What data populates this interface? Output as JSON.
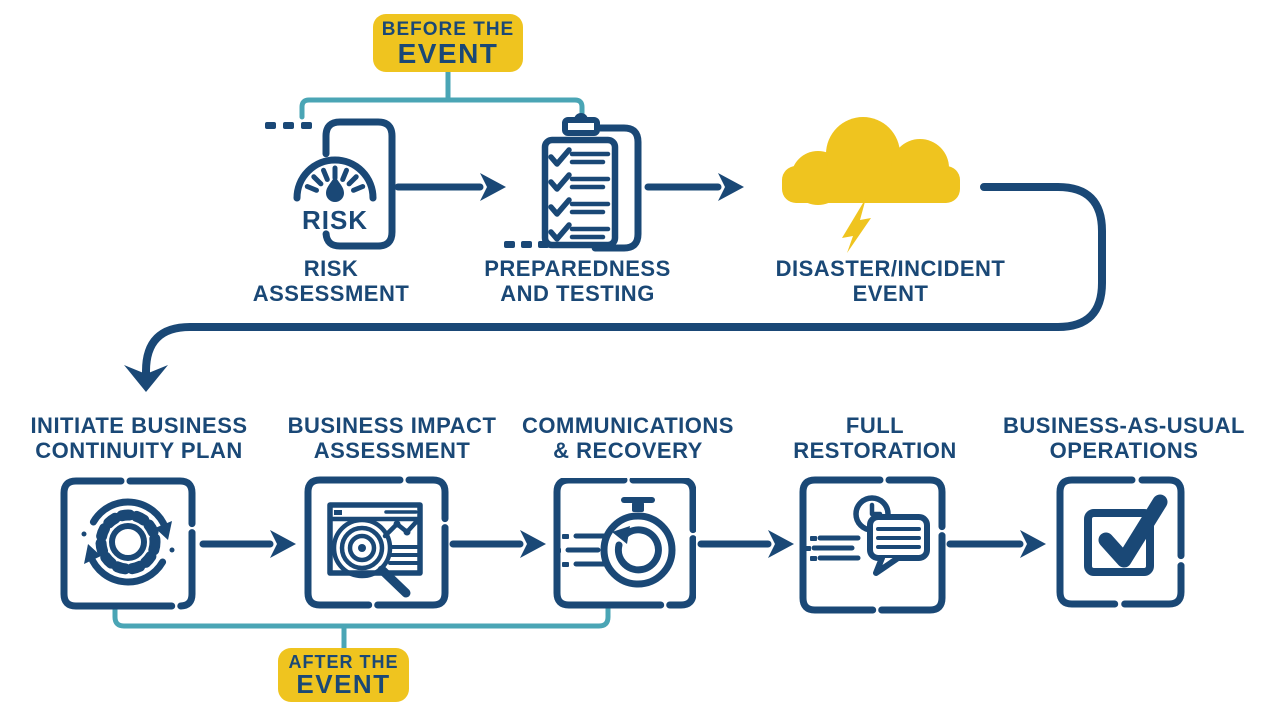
{
  "colors": {
    "navy": "#1A4876",
    "teal": "#4AA5B5",
    "yellow": "#EFC41F",
    "background": "#FFFFFF"
  },
  "badges": {
    "before": {
      "line1": "BEFORE THE",
      "line2": "EVENT"
    },
    "after": {
      "line1": "AFTER THE",
      "line2": "EVENT"
    }
  },
  "steps": {
    "top": [
      {
        "id": "risk-assessment",
        "line1": "RISK",
        "line2": "ASSESSMENT",
        "icon": "risk-gauge-icon"
      },
      {
        "id": "preparedness-and-testing",
        "line1": "PREPAREDNESS",
        "line2": "AND TESTING",
        "icon": "checklist-clipboard-icon"
      },
      {
        "id": "disaster-incident-event",
        "line1": "DISASTER/INCIDENT",
        "line2": "EVENT",
        "icon": "storm-cloud-lightning-icon"
      }
    ],
    "bottom": [
      {
        "id": "initiate-business-continuity-plan",
        "line1": "INITIATE BUSINESS",
        "line2": "CONTINUITY PLAN",
        "icon": "gear-cycle-icon"
      },
      {
        "id": "business-impact-assessment",
        "line1": "BUSINESS IMPACT",
        "line2": "ASSESSMENT",
        "icon": "analytics-magnifier-icon"
      },
      {
        "id": "communications-and-recovery",
        "line1": "COMMUNICATIONS",
        "line2": "& RECOVERY",
        "icon": "stopwatch-recovery-icon"
      },
      {
        "id": "full-restoration",
        "line1": "FULL",
        "line2": "RESTORATION",
        "icon": "clock-message-icon"
      },
      {
        "id": "business-as-usual-operations",
        "line1": "BUSINESS-AS-USUAL",
        "line2": "OPERATIONS",
        "icon": "checkbox-check-icon"
      }
    ]
  },
  "icon_texts": {
    "risk_gauge": "RISK"
  }
}
